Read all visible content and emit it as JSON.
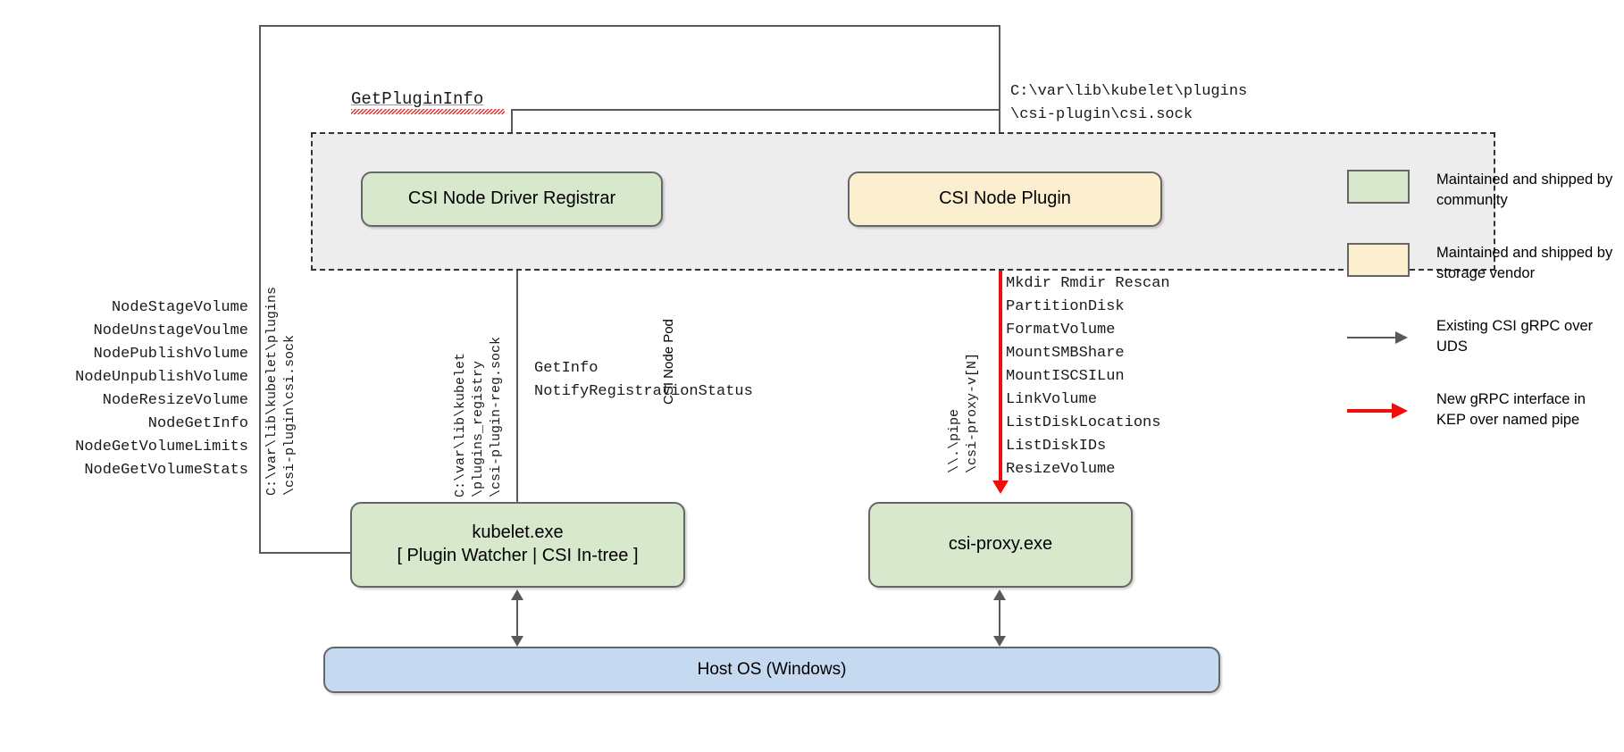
{
  "diagram": {
    "pod": {
      "label": "CSI Node Pod"
    },
    "boxes": {
      "registrar": "CSI Node Driver Registrar",
      "node_plugin": "CSI Node Plugin",
      "kubelet_line1": "kubelet.exe",
      "kubelet_line2": "[ Plugin Watcher | CSI In-tree ]",
      "csi_proxy": "csi-proxy.exe",
      "host_os": "Host OS (Windows)"
    },
    "labels": {
      "get_plugin_info": "GetPluginInfo",
      "csi_sock_path_top": "C:\\var\\lib\\kubelet\\plugins\n\\csi-plugin\\csi.sock",
      "uds_csi_sock_vertical": "C:\\var\\lib\\kubelet\\plugins\n\\csi-plugin\\csi.sock",
      "uds_registry_vertical": "C:\\var\\lib\\kubelet\n\\plugins_registry\n\\csi-plugin-reg.sock",
      "named_pipe_vertical": "\\\\.\\pipe\n\\csi-proxy-v[N]",
      "registration_calls": "GetInfo\nNotifyRegistrationStatus",
      "node_service_calls": "NodeStageVolume\nNodeUnstageVoulme\nNodePublishVolume\nNodeUnpublishVolume\nNodeResizeVolume\nNodeGetInfo\nNodeGetVolumeLimits\nNodeGetVolumeStats",
      "csi_proxy_apis": "Mkdir Rmdir Rescan\nPartitionDisk\nFormatVolume\nMountSMBShare\nMountISCSILun\nLinkVolume\nListDiskLocations\nListDiskIDs\nResizeVolume"
    },
    "legend": [
      {
        "kind": "swatch",
        "color": "#d7e8cd",
        "text": "Maintained and shipped by community"
      },
      {
        "kind": "swatch",
        "color": "#fcefcf",
        "text": "Maintained and shipped by storage vendor"
      },
      {
        "kind": "arrow",
        "color": "#595959",
        "text": "Existing CSI gRPC over UDS"
      },
      {
        "kind": "arrow",
        "color": "#f20d0d",
        "text": "New gRPC interface in KEP over named pipe"
      }
    ],
    "colors": {
      "community_green": "#d7e8cd",
      "vendor_yellow": "#fcefcf",
      "host_blue": "#c5d9f1",
      "existing_arrow": "#595959",
      "new_arrow": "#f20d0d",
      "pod_background": "#ededed"
    }
  }
}
